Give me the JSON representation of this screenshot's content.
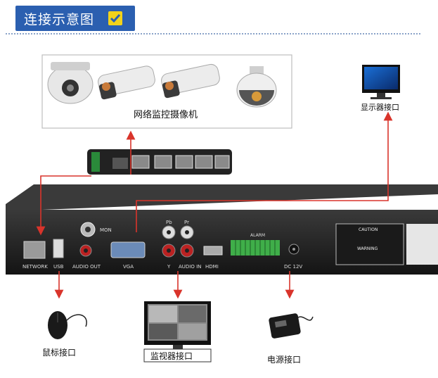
{
  "title": "连接示意图",
  "labels": {
    "cameras": "网络监控摄像机",
    "display": "显示器接口",
    "mouse": "鼠标接口",
    "monitor": "监视器接口",
    "power": "电源接口"
  },
  "ports": {
    "network": "NETWORK",
    "usb": "USB",
    "audio_out": "AUDIO OUT",
    "vga": "VGA",
    "y": "Y",
    "audio_in": "AUDIO IN",
    "hdmi": "HDMI",
    "dc": "DC 12V",
    "mon": "MON",
    "pb": "Pb",
    "pr": "Pr",
    "alarm": "ALARM",
    "caution": "CAUTION",
    "warning": "WARNING"
  },
  "colors": {
    "title_bg": "#2b5fb0",
    "check": "#f2d21a",
    "arrow": "#d9342b",
    "device": "#1e1e1e",
    "terminal_green": "#3fae49"
  }
}
